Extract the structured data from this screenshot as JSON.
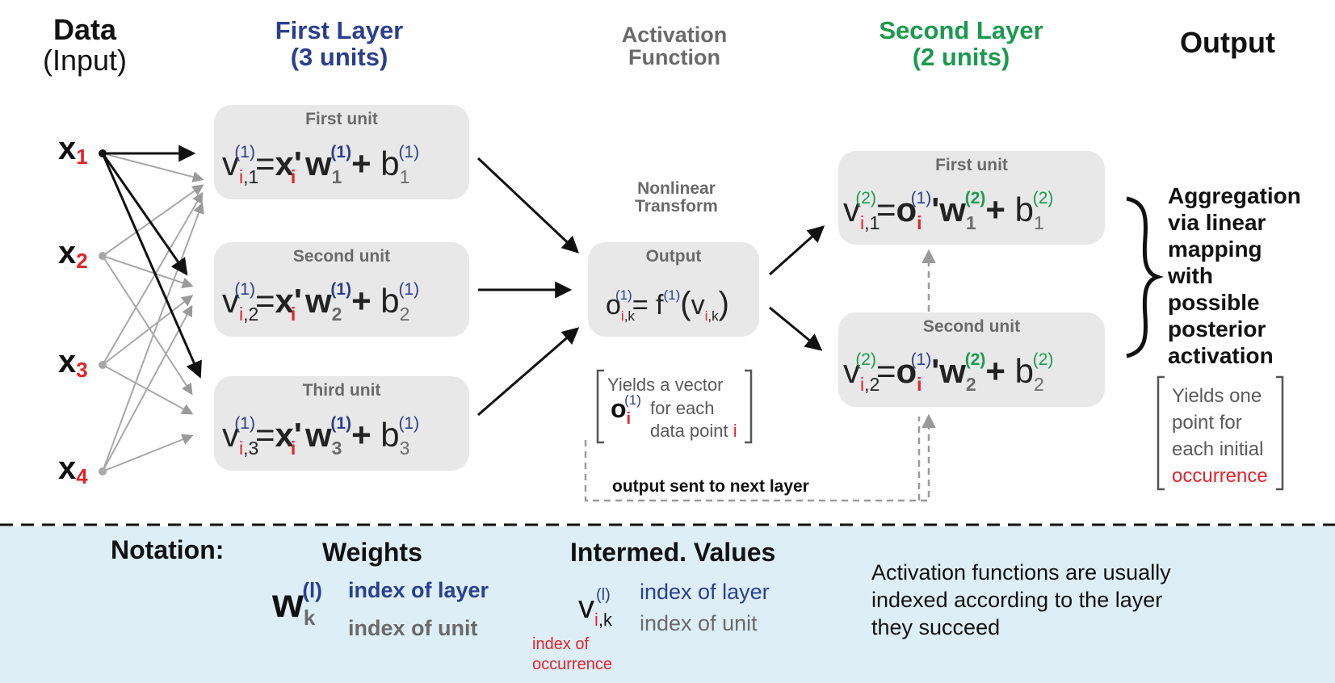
{
  "headers": {
    "data": "Data",
    "input": "(Input)",
    "first_layer": "First Layer",
    "first_layer_units": "(3 units)",
    "activation_line1": "Activation",
    "activation_line2": "Function",
    "second_layer": "Second Layer",
    "second_layer_units": "(2 units)",
    "output": "Output"
  },
  "inputs": [
    {
      "var": "x",
      "idx": "1"
    },
    {
      "var": "x",
      "idx": "2"
    },
    {
      "var": "x",
      "idx": "3"
    },
    {
      "var": "x",
      "idx": "4"
    }
  ],
  "first_layer_units": [
    {
      "title": "First unit",
      "k": "1"
    },
    {
      "title": "Second unit",
      "k": "2"
    },
    {
      "title": "Third unit",
      "k": "3"
    }
  ],
  "equation_parts": {
    "v": "v",
    "i": "i",
    "layer1": "(1)",
    "layer2": "(2)",
    "eq": "=",
    "x": "x",
    "prime": "'",
    "w": "w",
    "plus": "+",
    "b": "b",
    "o": "o"
  },
  "nonlinear": {
    "line1": "Nonlinear",
    "line2": "Transform",
    "box_title": "Output",
    "o": "o",
    "sub": "i,k",
    "eq": "=",
    "f": "f",
    "layer": "(1)",
    "open": "(",
    "v": "v",
    "close": ")"
  },
  "vector_note": {
    "line1": "Yields a vector",
    "line2": "for each",
    "line3": "data point",
    "i": "i",
    "o": "o",
    "sup": "(1)"
  },
  "feedback_label": "output sent to next layer",
  "second_layer_units": [
    {
      "title": "First unit",
      "k": "1"
    },
    {
      "title": "Second unit",
      "k": "2"
    }
  ],
  "output_text": [
    "Aggregation",
    "via linear",
    "mapping",
    "with",
    "possible",
    "posterior",
    "activation"
  ],
  "output_note": {
    "line1": "Yields one",
    "line2": "point for",
    "line3": "each initial",
    "line4": "occurrence"
  },
  "notation": {
    "label": "Notation:",
    "weights_title": "Weights",
    "weights_sym": "w",
    "weights_sup": "(l)",
    "weights_sub": "k",
    "index_of_layer": "index of layer",
    "index_of_unit": "index of unit",
    "intermed_title": "Intermed. Values",
    "intermed_sym": "v",
    "intermed_sup": "(l)",
    "intermed_sub_i": "i",
    "intermed_sub_k": ",k",
    "index_of_occurrence_1": "index of",
    "index_of_occurrence_2": "occurrence",
    "activation_note": [
      "Activation functions are usually",
      "indexed according to the layer",
      "they succeed"
    ]
  },
  "colors": {
    "layer_blue": "#2b3f8f",
    "layer2_green": "#1a9a4e",
    "index_red": "#e3232a",
    "box_gray": "#e8e8e8",
    "legend_bg": "#ddeef7"
  }
}
